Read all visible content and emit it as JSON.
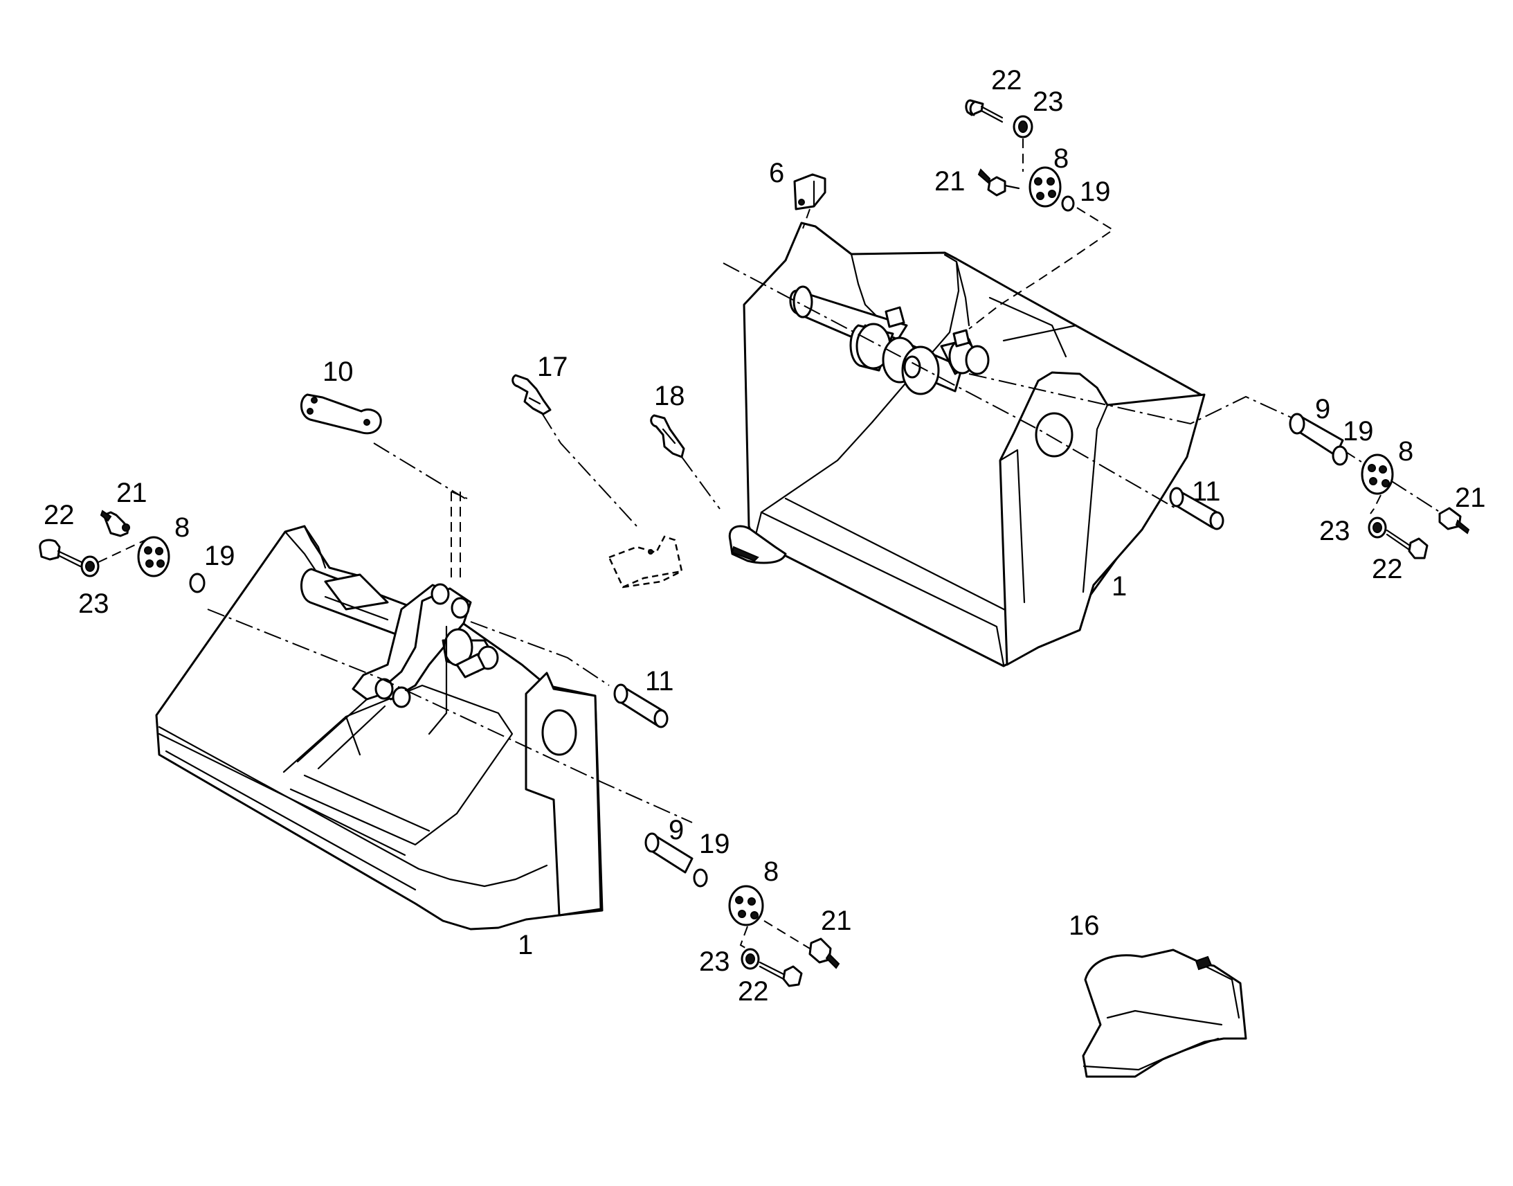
{
  "diagram": {
    "callouts": {
      "r22_top": "22",
      "r23_top": "23",
      "r6": "6",
      "r21_top": "21",
      "r8_top": "8",
      "r19_top": "19",
      "r9_right": "9",
      "r19_right": "19",
      "r8_right": "8",
      "r21_right": "21",
      "r23_right": "23",
      "r22_right": "22",
      "r11_right": "11",
      "r1_right": "1",
      "l10": "10",
      "l17": "17",
      "l18": "18",
      "l21_top": "21",
      "l22_top": "22",
      "l8_top": "8",
      "l19_top": "19",
      "l23_top": "23",
      "l11": "11",
      "l9_bottom": "9",
      "l19_bottom": "19",
      "l8_bottom": "8",
      "l21_bottom": "21",
      "l23_bottom": "23",
      "l22_bottom": "22",
      "l1": "1",
      "l16": "16"
    }
  }
}
